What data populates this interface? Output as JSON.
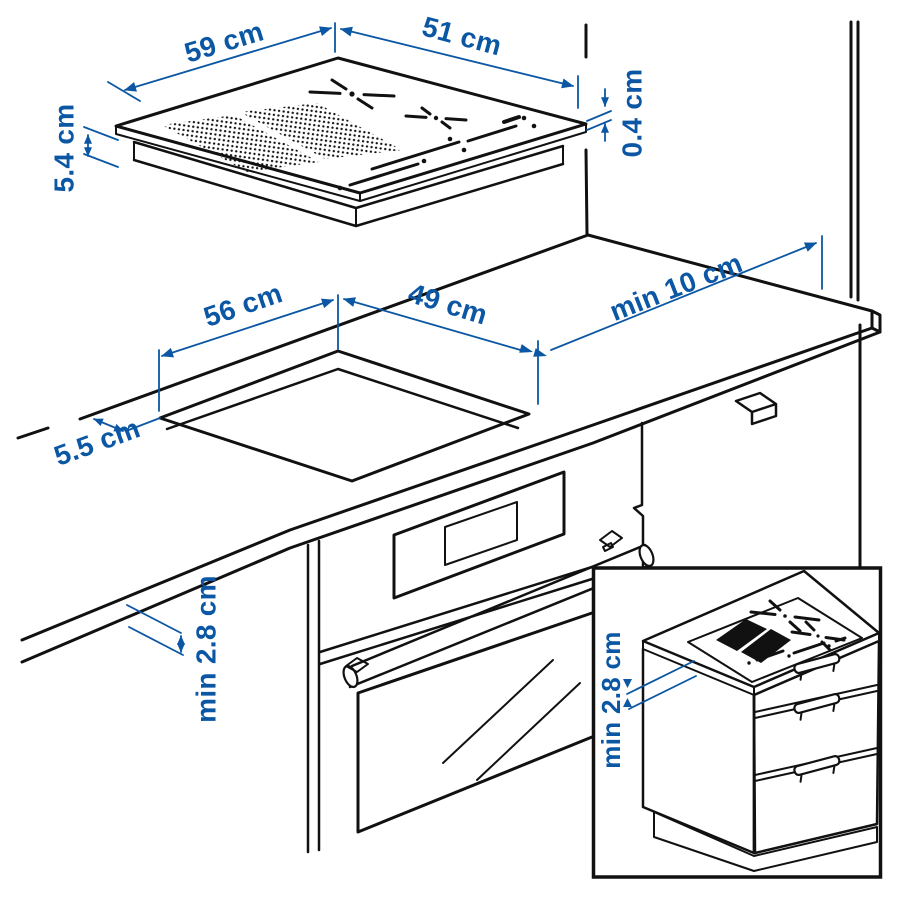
{
  "diagram": {
    "description": "Induction hob installation dimensions diagram",
    "colors": {
      "background": "#ffffff",
      "line_black": "#111111",
      "dimension_blue": "#0b57a4"
    },
    "dims": {
      "hob_width": "59 cm",
      "hob_depth": "51 cm",
      "hob_height": "5.4 cm",
      "glass_thickness": "0.4 cm",
      "cutout_width": "56 cm",
      "cutout_depth": "49 cm",
      "side_clearance": "5.5 cm",
      "wall_clearance": "min 10 cm",
      "worktop_thickness": "min 2.8 cm",
      "inset_worktop_thickness": "min 2.8 cm"
    }
  }
}
